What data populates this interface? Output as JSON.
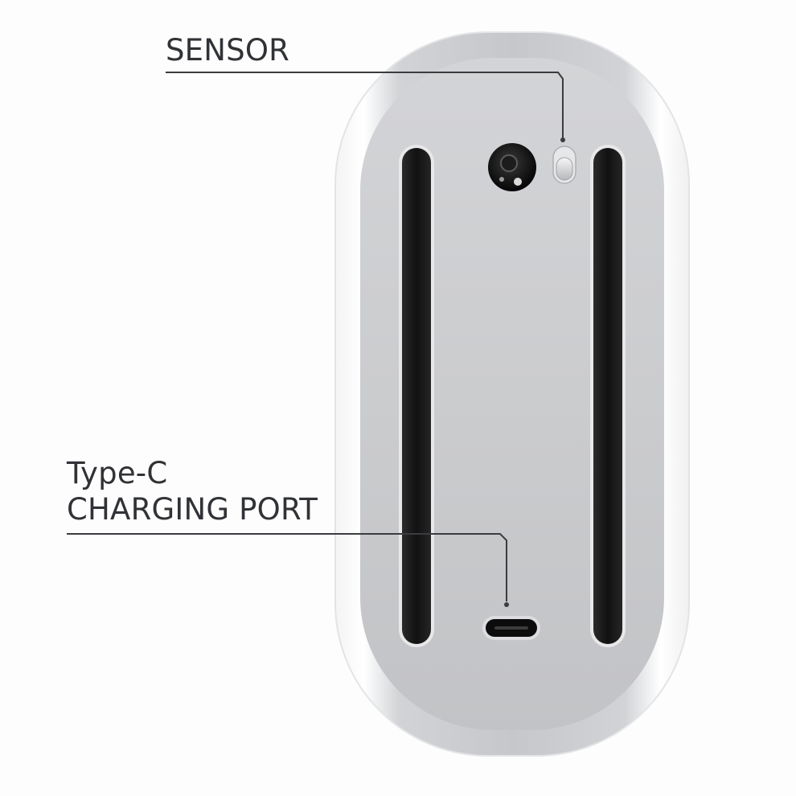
{
  "callouts": {
    "sensor": {
      "label": "SENSOR"
    },
    "charging_port": {
      "label_line1": "Type-C",
      "label_line2": "CHARGING PORT"
    }
  },
  "colors": {
    "mouse_shell_outer": "#e9eaec",
    "mouse_shell_inner": "#c9cacd",
    "glide_strip": "#141414",
    "callout_line": "#3a3c40",
    "label_text": "#303236"
  },
  "icons": {
    "optical_sensor": "optical-sensor-icon",
    "power_switch": "power-switch-icon",
    "usb_c_port": "usb-c-port-icon"
  }
}
